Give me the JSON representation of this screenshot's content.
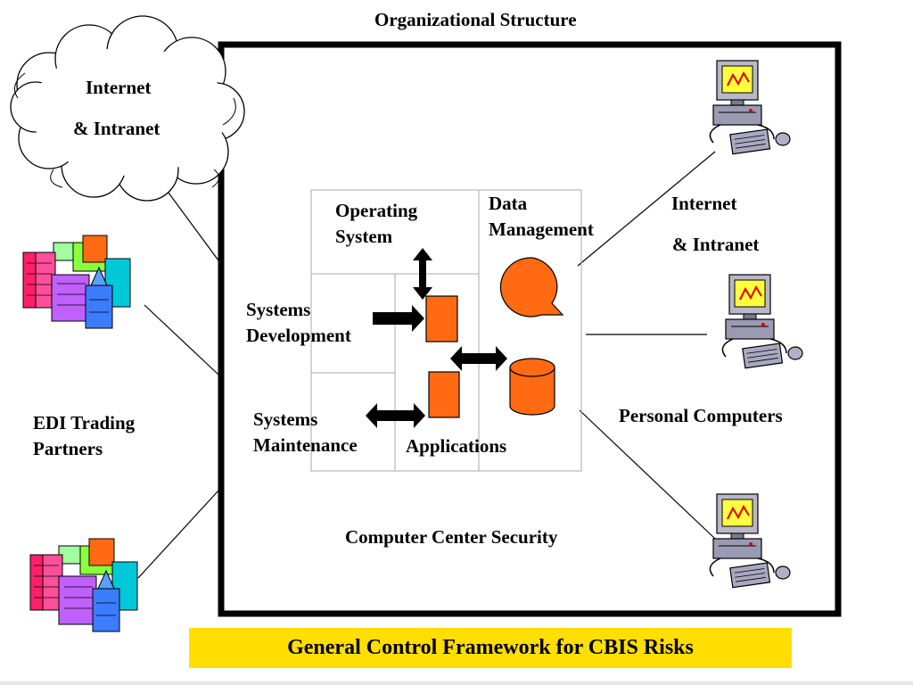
{
  "title": "Organizational Structure",
  "banner": "General Control Framework for CBIS Risks",
  "cloud": {
    "line1": "Internet",
    "line2": "& Intranet"
  },
  "edi": {
    "line1": "EDI Trading",
    "line2": "Partners"
  },
  "right_network": {
    "line1": "Internet",
    "line2": "& Intranet"
  },
  "personal_computers": "Personal Computers",
  "security_label": "Computer Center Security",
  "modules": {
    "operating_system": {
      "line1": "Operating",
      "line2": "System"
    },
    "data_management": {
      "line1": "Data",
      "line2": "Management"
    },
    "systems_development": {
      "line1": "Systems",
      "line2": "Development"
    },
    "systems_maintenance": {
      "line1": "Systems",
      "line2": "Maintenance"
    },
    "applications": "Applications"
  },
  "colors": {
    "orange": "#ff6a13",
    "banner": "#ffde00",
    "frame": "#000000"
  }
}
